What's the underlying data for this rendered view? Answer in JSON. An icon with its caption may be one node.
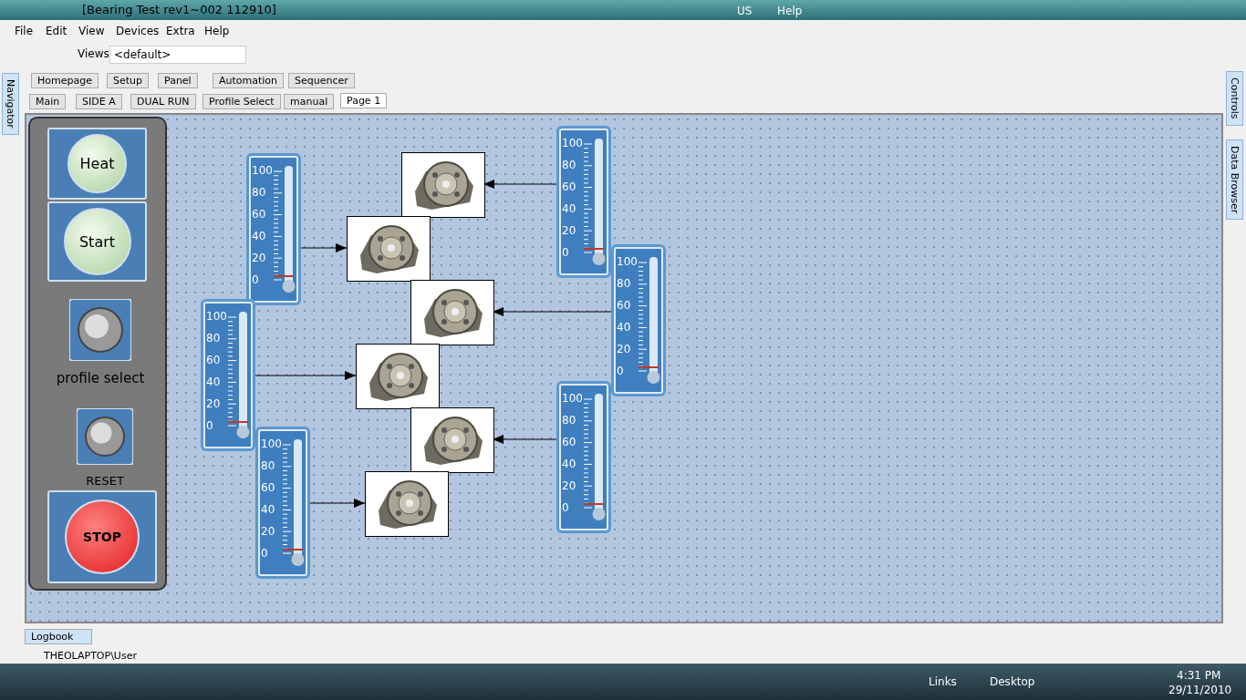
{
  "diagram": {
    "nodes": [
      {
        "text": [
          "Heat"
        ]
      },
      {
        "text": [
          "Start"
        ]
      },
      {
        "text": [
          "profile select"
        ]
      },
      {
        "text": [
          "RESET"
        ]
      },
      {
        "text": [
          "STOP"
        ]
      },
      {
        "text": [
          "100",
          "80",
          "60",
          "40",
          "20",
          "0"
        ]
      },
      {
        "text": [
          "100",
          "80",
          "60",
          "40",
          "20",
          "0"
        ]
      },
      {
        "text": [
          "100",
          "80",
          "60",
          "40",
          "20",
          "0"
        ]
      },
      {
        "text": [
          "100",
          "80",
          "60",
          "40",
          "20",
          "0"
        ]
      },
      {
        "text": [
          "100",
          "80",
          "60",
          "40",
          "20",
          "0"
        ]
      },
      {
        "text": [
          "100",
          "80",
          "60",
          "40",
          "20",
          "0"
        ]
      },
      {
        "text": [],
        "shape": "picture"
      },
      {
        "text": [],
        "shape": "picture"
      },
      {
        "text": [],
        "shape": "picture"
      },
      {
        "text": [],
        "shape": "picture"
      },
      {
        "text": [],
        "shape": "picture"
      },
      {
        "text": [],
        "shape": "picture"
      }
    ],
    "edges": [
      {
        "from": 5,
        "to": 12,
        "arrow": "to"
      },
      {
        "from": 6,
        "to": 14,
        "arrow": "to"
      },
      {
        "from": 7,
        "to": 16,
        "arrow": "to"
      },
      {
        "from": 8,
        "to": 11,
        "arrow": "to"
      },
      {
        "from": 9,
        "to": 13,
        "arrow": "to"
      },
      {
        "from": 10,
        "to": 15,
        "arrow": "to"
      }
    ],
    "labels": [
      "[Bearing Test rev1~002 112910]",
      "US",
      "Help",
      "File",
      "Edit",
      "View",
      "Devices",
      "Extra",
      "Help",
      "Views",
      "<default>",
      "Navigator",
      "Homepage",
      "Setup",
      "Panel",
      "Automation",
      "Sequencer",
      "Main",
      "SIDE A",
      "DUAL RUN",
      "Profile Select",
      "manual",
      "Page 1",
      "Controls",
      "Data Browser",
      "Logbook",
      "THEOLAPTOP\\User",
      "Links",
      "Desktop",
      "4:31 PM",
      "29/11/2010"
    ]
  }
}
